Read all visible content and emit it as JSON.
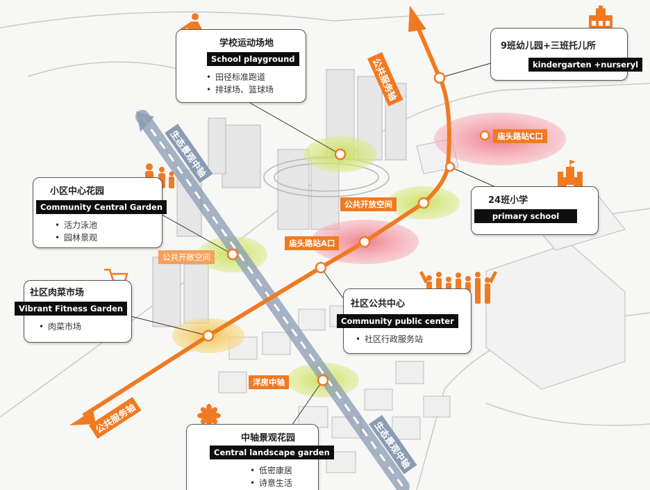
{
  "callouts": {
    "school_playground": {
      "zh": "学校运动场地",
      "en": "School playground",
      "items": [
        "田径标准跑道",
        "排球场、篮球场"
      ]
    },
    "kindergarten": {
      "zh": "9班幼儿园+三班托儿所",
      "en": "kindergarten +nurseryl"
    },
    "community_garden": {
      "zh": "小区中心花园",
      "en": "Community Central Garden",
      "items": [
        "活力泳池",
        "园林景观"
      ]
    },
    "primary_school": {
      "zh": "24班小学",
      "en": "primary school"
    },
    "market": {
      "zh": "社区肉菜市场",
      "en": "Vibrant Fitness  Garden",
      "items": [
        "肉菜市场"
      ]
    },
    "public_center": {
      "zh": "社区公共中心",
      "en": "Community public center",
      "items": [
        "社区行政服务站"
      ]
    },
    "landscape_garden": {
      "zh": "中轴景观花园",
      "en": "Central landscape garden",
      "items": [
        "低密康居",
        "诗意生活"
      ]
    }
  },
  "labels": {
    "station_c": "庙头路站C口",
    "station_a": "庙头路站A口",
    "open_space_1": "公共开放空间",
    "open_space_2": "公共开敞空间",
    "central_axis": "洋房中轴"
  },
  "axes": {
    "public_service_top": "公共服务轴",
    "public_service_bottom": "公共服务轴",
    "eco_top": "生态景观中轴",
    "eco_bottom": "生态景观中轴"
  },
  "colors": {
    "accent": "#f07a22",
    "eco_axis": "#8a9bb3",
    "highlight_green": "#d9ec7a",
    "highlight_pink": "#f59aa8",
    "highlight_yellow": "#f6d36b"
  },
  "icons": [
    "runner-icon",
    "school-building-icon",
    "family-icon",
    "castle-icon",
    "shopping-cart-icon",
    "crowd-icon",
    "flower-icon"
  ]
}
